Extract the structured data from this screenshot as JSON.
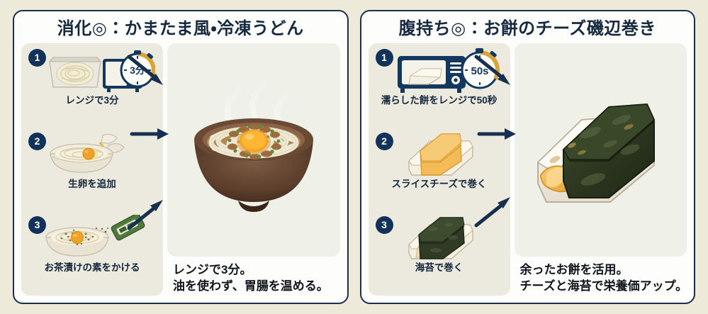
{
  "theme": {
    "page_background": "#edead9",
    "card_background": "#fdfdfb",
    "card_border": "#1b2f4e",
    "steps_panel": "#eceade",
    "hero_panel": "#eff0e7",
    "badge_color": "#123259",
    "title_color": "#16293f",
    "arrow_color": "#17304f"
  },
  "panels": [
    {
      "title": "消化◎：かまたま風・冷凍うどん",
      "steps": [
        {
          "number": "1",
          "label": "レンジで3分",
          "icon": "frozen-udon-pack-microwave-icon",
          "timer_text": "3分"
        },
        {
          "number": "2",
          "label": "生卵を追加",
          "icon": "udon-bowl-with-raw-egg-icon",
          "timer_text": ""
        },
        {
          "number": "3",
          "label": "お茶漬けの素をかける",
          "icon": "udon-bowl-ochazuke-seasoning-icon",
          "timer_text": ""
        }
      ],
      "hero": {
        "image_name": "kamatama-udon-bowl-photo",
        "caption_line1": "レンジで3分。",
        "caption_line2": "油を使わず、胃腸を温める。"
      },
      "arrows": [
        "arrow-down-right",
        "arrow-right",
        "arrow-up-right"
      ]
    },
    {
      "title": "腹持ち◎：お餅のチーズ磯辺巻き",
      "steps": [
        {
          "number": "1",
          "label": "濡らした餅をレンジで50秒",
          "icon": "mochi-in-microwave-icon",
          "timer_text": "50s"
        },
        {
          "number": "2",
          "label": "スライスチーズで巻く",
          "icon": "mochi-wrapped-in-cheese-icon",
          "timer_text": ""
        },
        {
          "number": "3",
          "label": "海苔で巻く",
          "icon": "mochi-wrapped-in-nori-icon",
          "timer_text": ""
        }
      ],
      "hero": {
        "image_name": "cheese-isobemaki-mochi-photo",
        "caption_line1": "余ったお餅を活用。",
        "caption_line2": "チーズと海苔で栄養価アップ。"
      },
      "arrows": [
        "arrow-down-right",
        "arrow-right",
        "arrow-up-right"
      ]
    }
  ]
}
